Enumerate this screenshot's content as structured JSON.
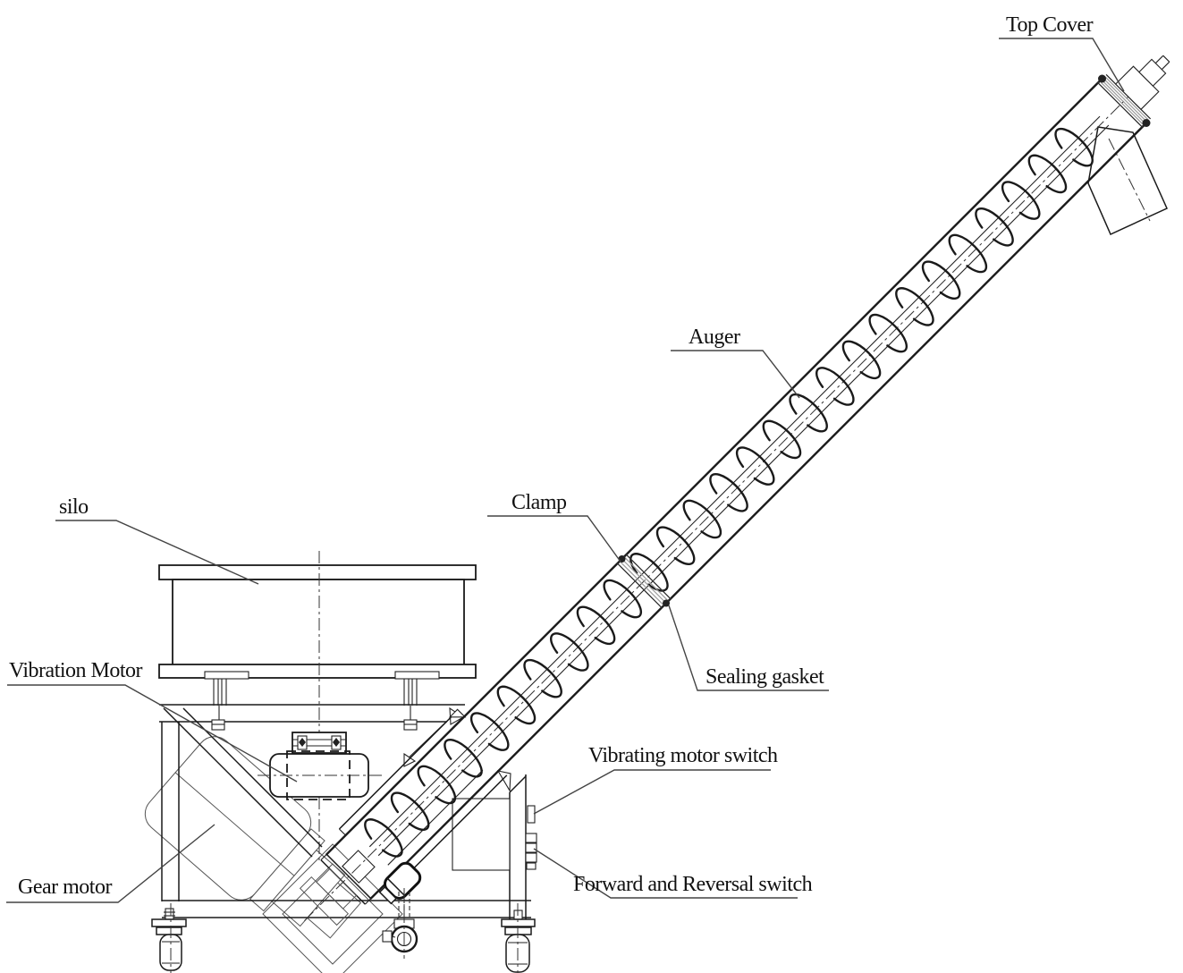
{
  "figure": {
    "background": "#ffffff",
    "line_color": "#1a1a1a",
    "thin_line_color": "#555555",
    "hatch_color": "#9a9a9a",
    "labels": {
      "top_cover": "Top Cover",
      "auger": "Auger",
      "clamp": "Clamp",
      "sealing_gasket": "Sealing gasket",
      "silo": "silo",
      "vibration_motor": "Vibration Motor",
      "gear_motor": "Gear motor",
      "vibrating_motor_switch": "Vibrating motor switch",
      "forward_reversal_switch": "Forward and Reversal switch"
    }
  }
}
